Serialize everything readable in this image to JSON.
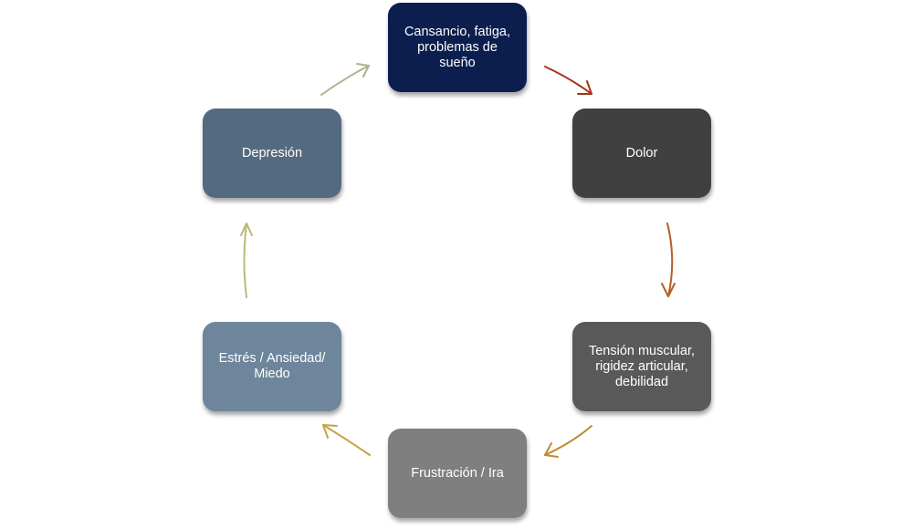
{
  "diagram": {
    "type": "cycle",
    "nodes": [
      {
        "label": "Cansancio, fatiga,\nproblemas de\nsueño",
        "color": "#0c1e4d"
      },
      {
        "label": "Dolor",
        "color": "#404040"
      },
      {
        "label": "Tensión muscular,\nrigidez articular,\ndebilidad",
        "color": "#595959"
      },
      {
        "label": "Frustración / Ira",
        "color": "#7f7f7f"
      },
      {
        "label": "Estrés / Ansiedad/\nMiedo",
        "color": "#6d869b"
      },
      {
        "label": "Depresión",
        "color": "#546a80"
      }
    ],
    "arrows": [
      {
        "from": 0,
        "to": 1,
        "color": "#a5341a"
      },
      {
        "from": 1,
        "to": 2,
        "color": "#b45e26"
      },
      {
        "from": 2,
        "to": 3,
        "color": "#c08a30"
      },
      {
        "from": 3,
        "to": 4,
        "color": "#c4a448"
      },
      {
        "from": 4,
        "to": 5,
        "color": "#b8bc74"
      },
      {
        "from": 5,
        "to": 0,
        "color": "#a9b590"
      }
    ]
  }
}
